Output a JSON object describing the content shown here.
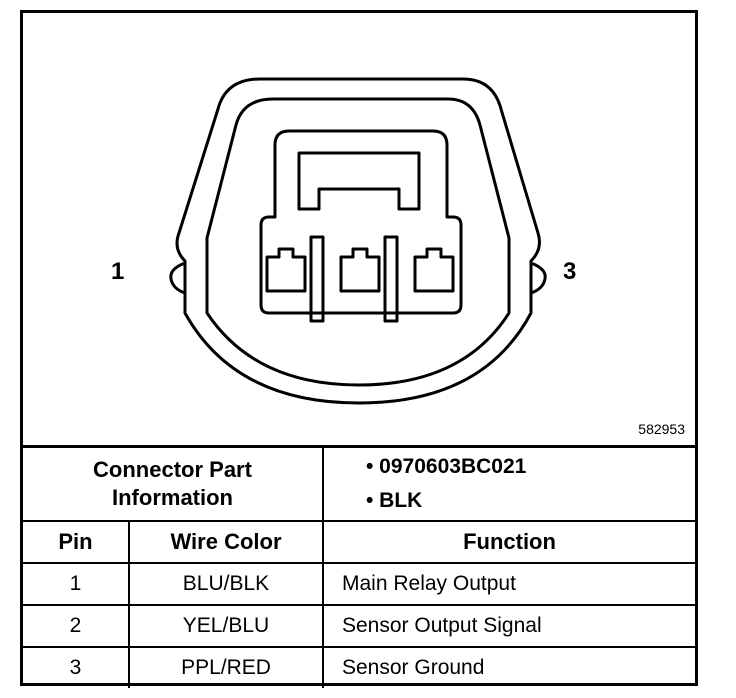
{
  "diagram": {
    "pin_left": "1",
    "pin_right": "3",
    "figure_number": "582953"
  },
  "connector_info": {
    "label_line1": "Connector Part",
    "label_line2": "Information",
    "part_number": "• 0970603BC021",
    "color": "• BLK"
  },
  "table": {
    "headers": [
      "Pin",
      "Wire Color",
      "Function"
    ],
    "rows": [
      {
        "pin": "1",
        "wire_color": "BLU/BLK",
        "function": "Main Relay Output"
      },
      {
        "pin": "2",
        "wire_color": "YEL/BLU",
        "function": "Sensor Output Signal"
      },
      {
        "pin": "3",
        "wire_color": "PPL/RED",
        "function": "Sensor Ground"
      }
    ]
  }
}
